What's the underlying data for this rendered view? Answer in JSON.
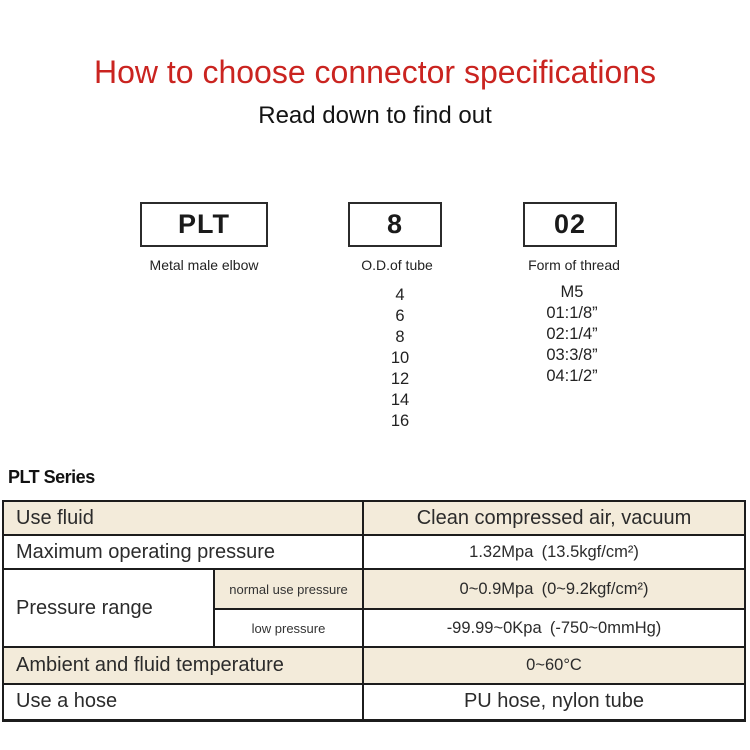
{
  "header": {
    "title": "How to choose connector specifications",
    "subtitle": "Read down to find out",
    "title_color": "#ca2420"
  },
  "selector": {
    "items": [
      {
        "code": "PLT",
        "label": "Metal male elbow",
        "options": []
      },
      {
        "code": "8",
        "label": "O.D.of tube",
        "options": [
          "4",
          "6",
          "8",
          "10",
          "12",
          "14",
          "16"
        ]
      },
      {
        "code": "02",
        "label": "Form of thread",
        "options": [
          "M5",
          "01:1/8”",
          "02:1/4”",
          "03:3/8”",
          "04:1/2”"
        ]
      }
    ]
  },
  "series": {
    "title": "PLT Series",
    "table": {
      "use_fluid": {
        "label": "Use fluid",
        "value": "Clean compressed air, vacuum"
      },
      "max_pressure": {
        "label": "Maximum operating pressure",
        "value": "1.32Mpa (13.5kgf/cm²)"
      },
      "pressure_range": {
        "label": "Pressure range",
        "normal": {
          "label": "normal use pressure",
          "value": "0~0.9Mpa (0~9.2kgf/cm²)"
        },
        "low": {
          "label": "low pressure",
          "value": "-99.99~0Kpa (-750~0mmHg)"
        }
      },
      "ambient_temp": {
        "label": "Ambient and fluid temperature",
        "value": "0~60°C"
      },
      "use_hose": {
        "label": "Use a hose",
        "value": "PU hose, nylon tube"
      }
    },
    "colors": {
      "row_highlight": "#f3ebda",
      "border": "#1c1c1c"
    }
  }
}
